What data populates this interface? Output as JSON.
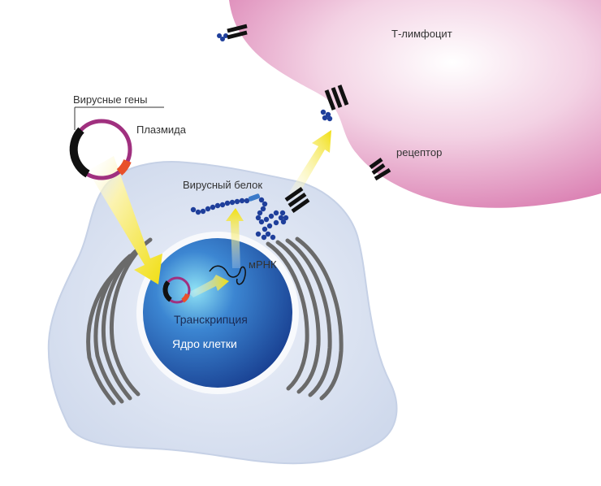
{
  "labels": {
    "t_cell": "Т-лимфоцит",
    "viral_genes": "Вирусные гены",
    "plasmid": "Плазмида",
    "viral_protein": "Вирусный белок",
    "mrna": "мРНК",
    "receptor": "рецептор",
    "transcription": "Транскрипция",
    "nucleus": "Ядро клетки"
  },
  "colors": {
    "t_cell": "#e6a9cb",
    "cell": "#dde6f4",
    "nucleus": "#1f5fb8",
    "plasmid_ring": "#a0307f",
    "plasmid_gene": "#111111",
    "plasmid_marker": "#e8502a",
    "arrow": "#f2e21c",
    "protein_beads": "#1f3f9b",
    "golgi": "#666666"
  },
  "icons": [
    "plasmid-icon",
    "receptor-icon",
    "golgi-icon",
    "arrow-icon",
    "protein-chain-icon",
    "mrna-icon"
  ]
}
